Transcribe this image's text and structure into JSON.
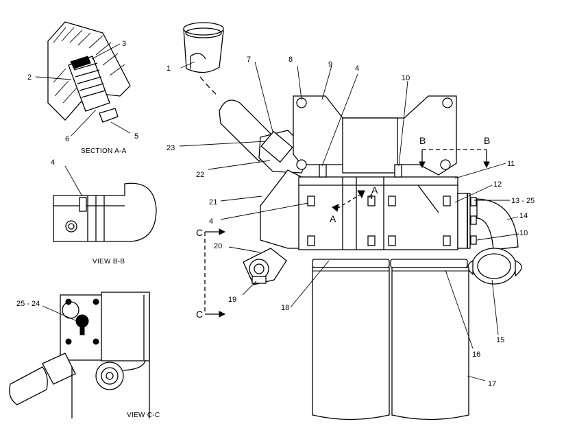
{
  "callouts": {
    "c1": "1",
    "c2": "2",
    "c3": "3",
    "c4a": "4",
    "c5": "5",
    "c6": "6",
    "c7": "7",
    "c8": "8",
    "c9": "9",
    "c4b": "4",
    "c10a": "10",
    "c11": "11",
    "c12": "12",
    "c1325": "13 - 25",
    "c14": "14",
    "c10b": "10",
    "c4c": "4",
    "c4d": "4",
    "c21": "21",
    "c22": "22",
    "c23": "23",
    "c20": "20",
    "c19": "19",
    "c18": "18",
    "c16": "16",
    "c15": "15",
    "c17": "17",
    "c2524": "25 - 24"
  },
  "captions": {
    "section_aa": "SECTION A-A",
    "view_bb": "VIEW  B-B",
    "view_cc": "VIEW  C-C"
  },
  "view_markers": {
    "a_top": "A",
    "a_bottom": "A",
    "b_left": "B",
    "b_right": "B",
    "c_top": "C",
    "c_bottom": "C"
  }
}
